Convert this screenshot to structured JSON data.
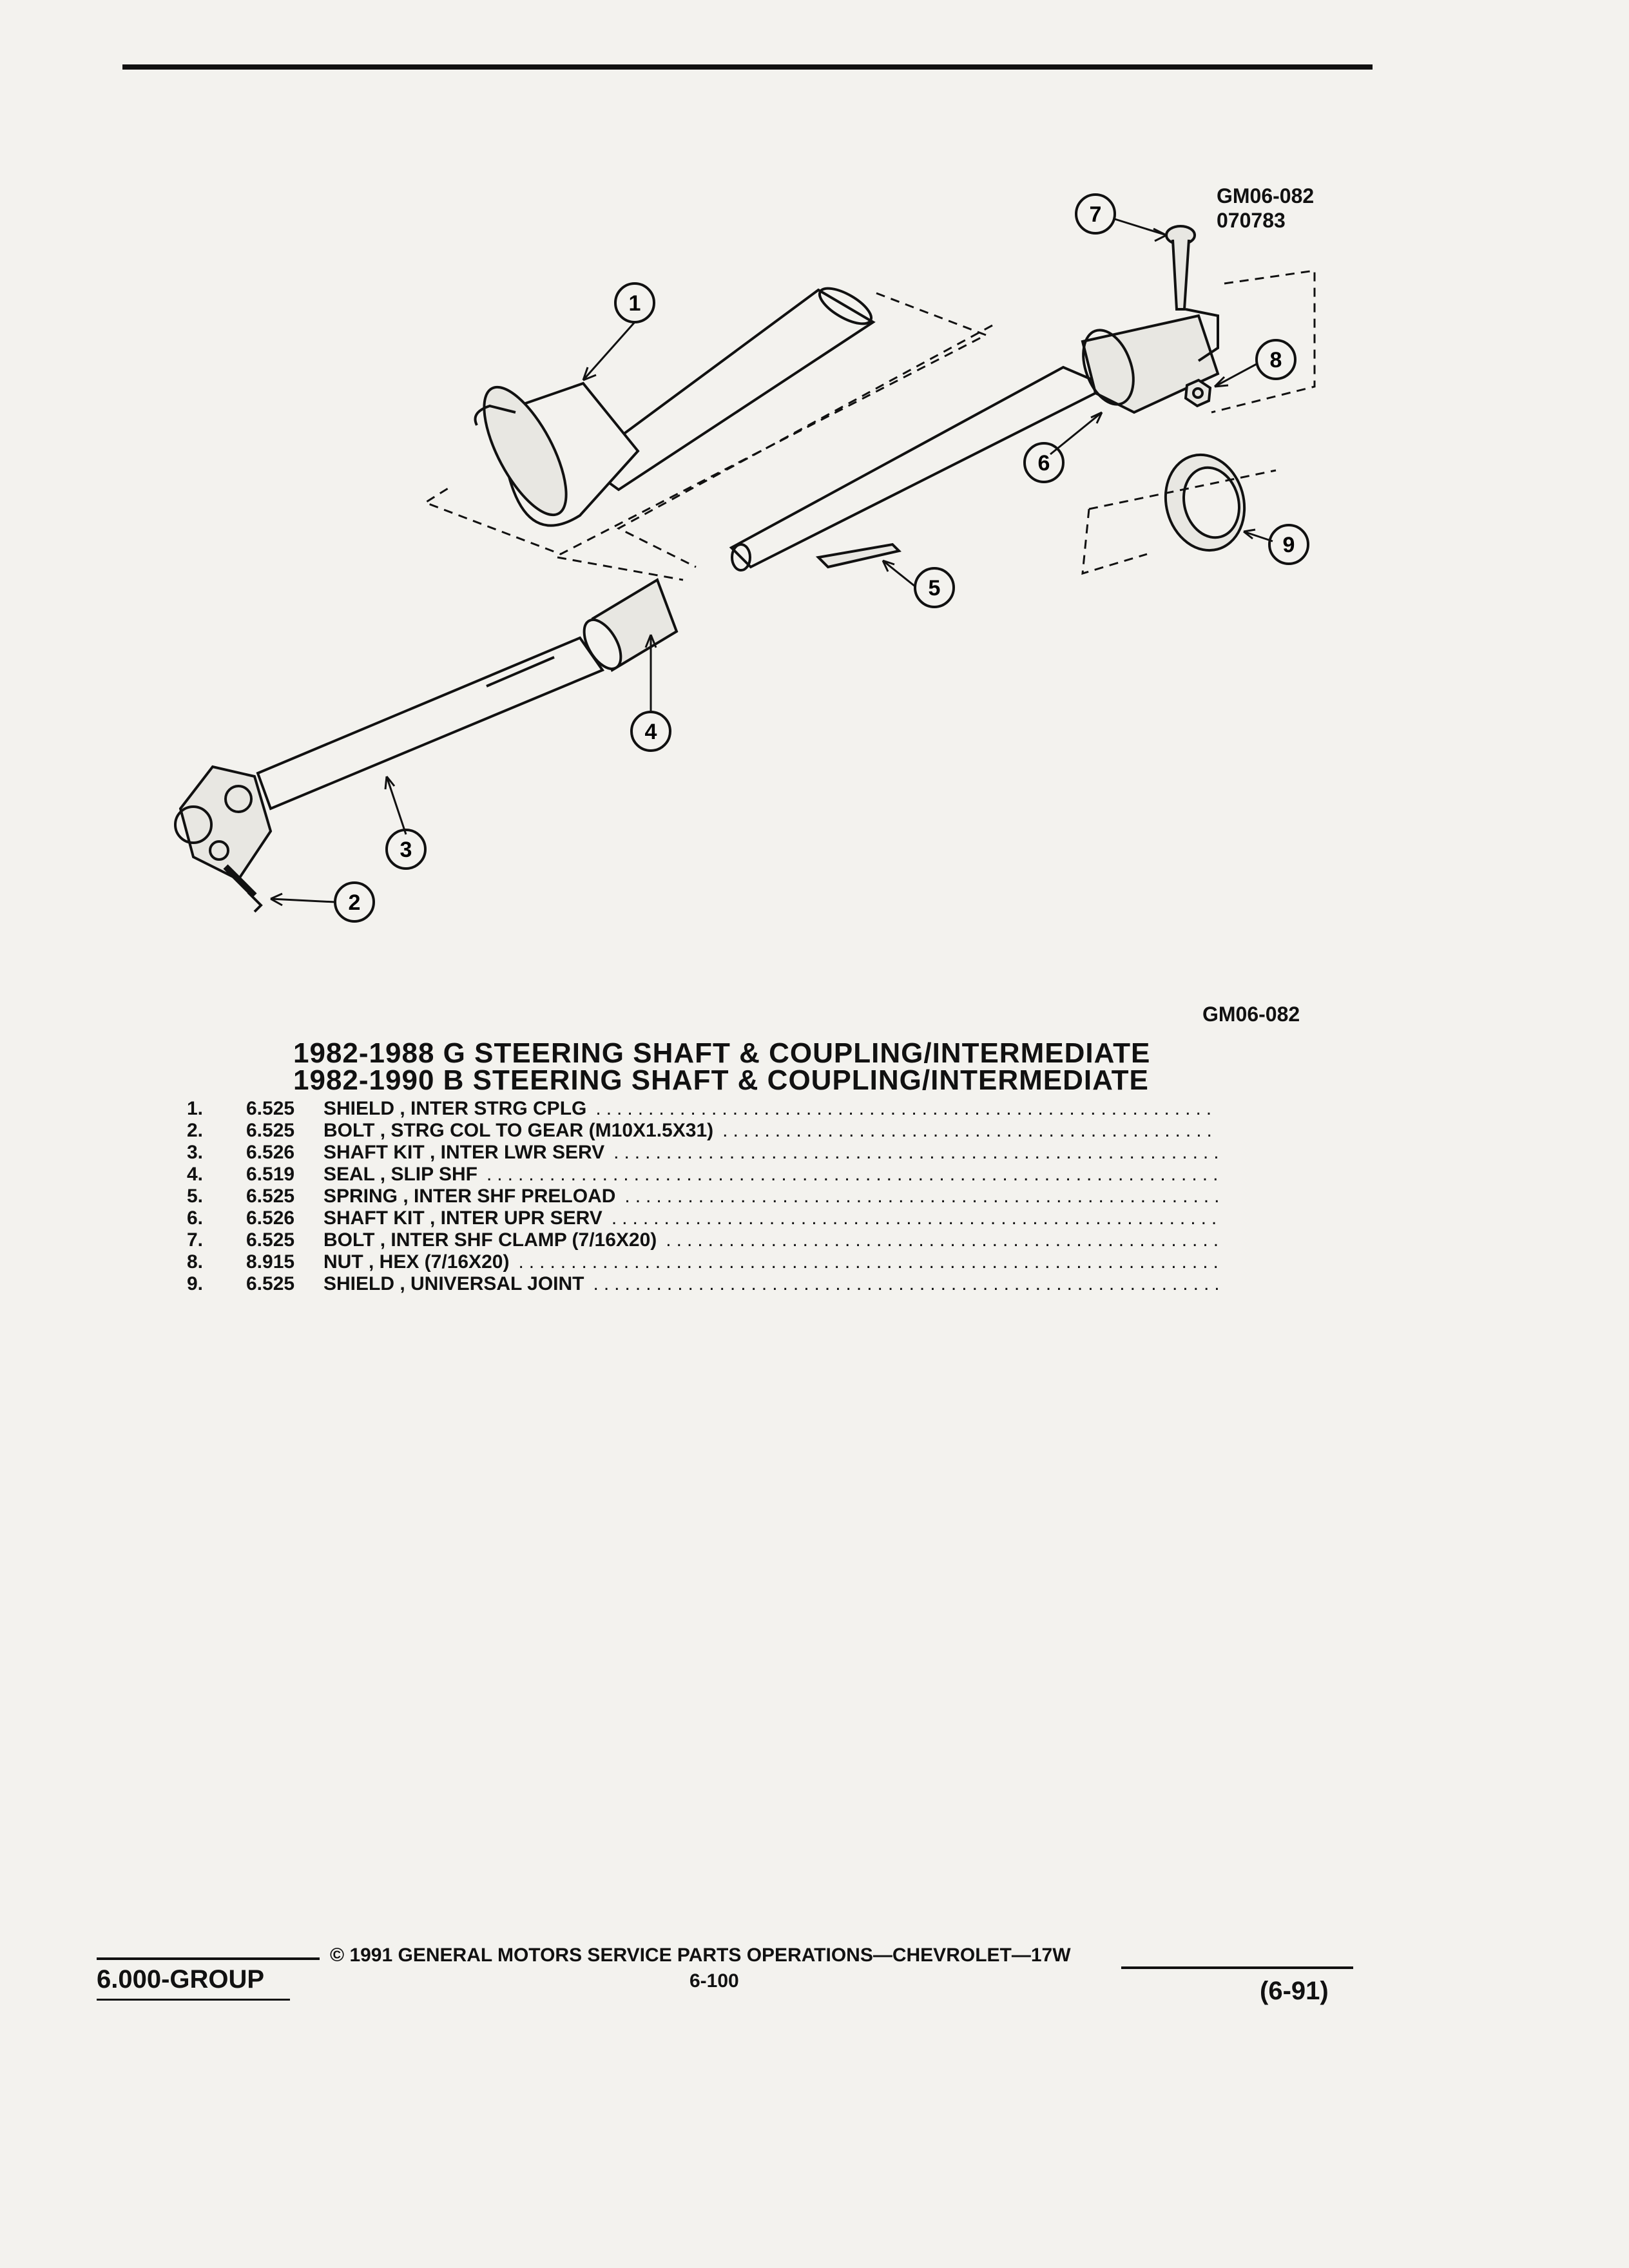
{
  "header": {
    "diagram_code": "GM06-082",
    "diagram_date": "070783"
  },
  "diagram": {
    "callouts": [
      "1",
      "2",
      "3",
      "4",
      "5",
      "6",
      "7",
      "8",
      "9"
    ],
    "code_bottom": "GM06-082"
  },
  "titles": {
    "line1": "1982-1988 G STEERING SHAFT & COUPLING/INTERMEDIATE",
    "line2": "1982-1990 B STEERING SHAFT & COUPLING/INTERMEDIATE"
  },
  "parts": [
    {
      "num": "1.",
      "group": "6.525",
      "desc": "SHIELD , INTER STRG CPLG"
    },
    {
      "num": "2.",
      "group": "6.525",
      "desc": "BOLT , STRG COL TO GEAR (M10X1.5X31)"
    },
    {
      "num": "3.",
      "group": "6.526",
      "desc": "SHAFT KIT , INTER LWR SERV"
    },
    {
      "num": "4.",
      "group": "6.519",
      "desc": "SEAL , SLIP SHF"
    },
    {
      "num": "5.",
      "group": "6.525",
      "desc": "SPRING , INTER SHF PRELOAD"
    },
    {
      "num": "6.",
      "group": "6.526",
      "desc": "SHAFT KIT , INTER UPR SERV"
    },
    {
      "num": "7.",
      "group": "6.525",
      "desc": "BOLT , INTER SHF CLAMP (7/16X20)"
    },
    {
      "num": "8.",
      "group": "8.915",
      "desc": "NUT , HEX (7/16X20)"
    },
    {
      "num": "9.",
      "group": "6.525",
      "desc": "SHIELD , UNIVERSAL JOINT"
    }
  ],
  "footer": {
    "group": "6.000-GROUP",
    "copyright": "© 1991 GENERAL MOTORS SERVICE PARTS OPERATIONS—CHEVROLET—17W",
    "page": "6-100",
    "revision": "(6-91)"
  }
}
